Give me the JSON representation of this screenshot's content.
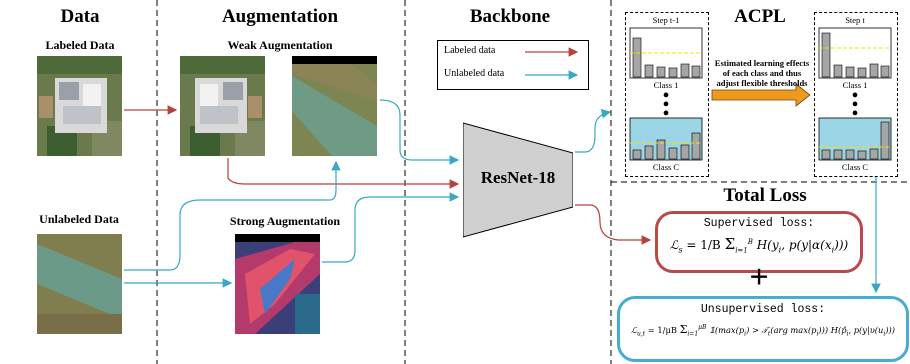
{
  "sections": {
    "data": "Data",
    "augmentation": "Augmentation",
    "backbone": "Backbone",
    "acpl": "ACPL",
    "total_loss": "Total Loss"
  },
  "labels": {
    "labeled_data": "Labeled Data",
    "unlabeled_data": "Unlabeled Data",
    "weak_aug": "Weak Augmentation",
    "strong_aug": "Strong Augmentation"
  },
  "legend": {
    "labeled": "Labeled data",
    "unlabeled": "Unlabeled data"
  },
  "backbone_name": "ResNet-18",
  "acpl": {
    "step_prev": "Step t-1",
    "step_cur": "Step t",
    "class_1": "Class 1",
    "class_c": "Class C",
    "description_line1": "Estimated learning effects",
    "description_line2": "of each class and thus",
    "description_line3": "adjust flexible thresholds"
  },
  "losses": {
    "supervised_title": "Supervised loss:",
    "unsupervised_title": "Unsupervised loss:",
    "supervised_formula": "ℒ_s = 1/B Σ_{i=1}^{B} H(y_i, p(y|α(x_i)))",
    "unsupervised_formula": "ℒ_{u,t} = 1/μB Σ_{i=1}^{μB} 𝟙(max(p_i) > 𝒯_t(arg max(p_i))) H(p̂_i, p(y|υ(u_i)))",
    "plus": "+"
  },
  "colors": {
    "labeled_arrow": "#b5433a",
    "unlabeled_arrow": "#3ba7c7",
    "supervised_border": "#b94a4a",
    "unsupervised_border": "#46acd0",
    "bar_fill": "#a6a6a6",
    "class_bg": "#9bd5e6",
    "threshold": "#f5e400",
    "backbone_fill": "#d0d0d0",
    "acpl_arrow": "#ef9a1e"
  }
}
